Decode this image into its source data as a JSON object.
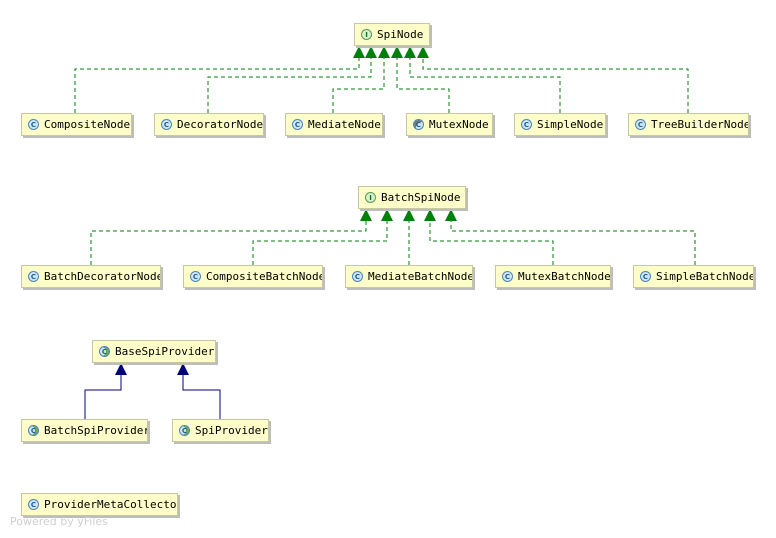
{
  "diagram": {
    "footer": "Powered by yFiles",
    "nodes": {
      "spi_node": {
        "label": "SpiNode",
        "kind": "interface",
        "icon": "interface-icon",
        "badge": "I"
      },
      "composite_node": {
        "label": "CompositeNode",
        "kind": "class",
        "icon": "class-icon",
        "badge": "C"
      },
      "decorator_node": {
        "label": "DecoratorNode",
        "kind": "class",
        "icon": "class-icon",
        "badge": "C"
      },
      "mediate_node": {
        "label": "MediateNode",
        "kind": "class",
        "icon": "class-icon",
        "badge": "C"
      },
      "mutex_node": {
        "label": "MutexNode",
        "kind": "final",
        "icon": "final-class-icon",
        "badge": "C"
      },
      "simple_node": {
        "label": "SimpleNode",
        "kind": "class",
        "icon": "class-icon",
        "badge": "C"
      },
      "tree_builder_node": {
        "label": "TreeBuilderNode",
        "kind": "class",
        "icon": "class-icon",
        "badge": "C"
      },
      "batch_spi_node": {
        "label": "BatchSpiNode",
        "kind": "interface",
        "icon": "interface-icon",
        "badge": "I"
      },
      "batch_decorator_node": {
        "label": "BatchDecoratorNode",
        "kind": "class",
        "icon": "class-icon",
        "badge": "C"
      },
      "composite_batch_node": {
        "label": "CompositeBatchNode",
        "kind": "class",
        "icon": "class-icon",
        "badge": "C"
      },
      "mediate_batch_node": {
        "label": "MediateBatchNode",
        "kind": "class",
        "icon": "class-icon",
        "badge": "C"
      },
      "mutex_batch_node": {
        "label": "MutexBatchNode",
        "kind": "class",
        "icon": "class-icon",
        "badge": "C"
      },
      "simple_batch_node": {
        "label": "SimpleBatchNode",
        "kind": "class",
        "icon": "class-icon",
        "badge": "C"
      },
      "base_spi_provider": {
        "label": "BaseSpiProvider",
        "kind": "abstract",
        "icon": "abstract-class-icon",
        "badge": "C"
      },
      "batch_spi_provider": {
        "label": "BatchSpiProvider",
        "kind": "abstract",
        "icon": "abstract-class-icon",
        "badge": "C"
      },
      "spi_provider": {
        "label": "SpiProvider",
        "kind": "abstract",
        "icon": "abstract-class-icon",
        "badge": "C"
      },
      "provider_meta_collector": {
        "label": "ProviderMetaCollector",
        "kind": "class",
        "icon": "class-icon",
        "badge": "C"
      }
    },
    "edges": [
      {
        "from": "composite_node",
        "to": "spi_node",
        "type": "implements"
      },
      {
        "from": "decorator_node",
        "to": "spi_node",
        "type": "implements"
      },
      {
        "from": "mediate_node",
        "to": "spi_node",
        "type": "implements"
      },
      {
        "from": "mutex_node",
        "to": "spi_node",
        "type": "implements"
      },
      {
        "from": "simple_node",
        "to": "spi_node",
        "type": "implements"
      },
      {
        "from": "tree_builder_node",
        "to": "spi_node",
        "type": "implements"
      },
      {
        "from": "batch_decorator_node",
        "to": "batch_spi_node",
        "type": "implements"
      },
      {
        "from": "composite_batch_node",
        "to": "batch_spi_node",
        "type": "implements"
      },
      {
        "from": "mediate_batch_node",
        "to": "batch_spi_node",
        "type": "implements"
      },
      {
        "from": "mutex_batch_node",
        "to": "batch_spi_node",
        "type": "implements"
      },
      {
        "from": "simple_batch_node",
        "to": "batch_spi_node",
        "type": "implements"
      },
      {
        "from": "batch_spi_provider",
        "to": "base_spi_provider",
        "type": "extends"
      },
      {
        "from": "spi_provider",
        "to": "base_spi_provider",
        "type": "extends"
      }
    ],
    "colors": {
      "implements": "#00800a",
      "extends": "#00007f",
      "node_fill": "#fdfdc9"
    }
  }
}
